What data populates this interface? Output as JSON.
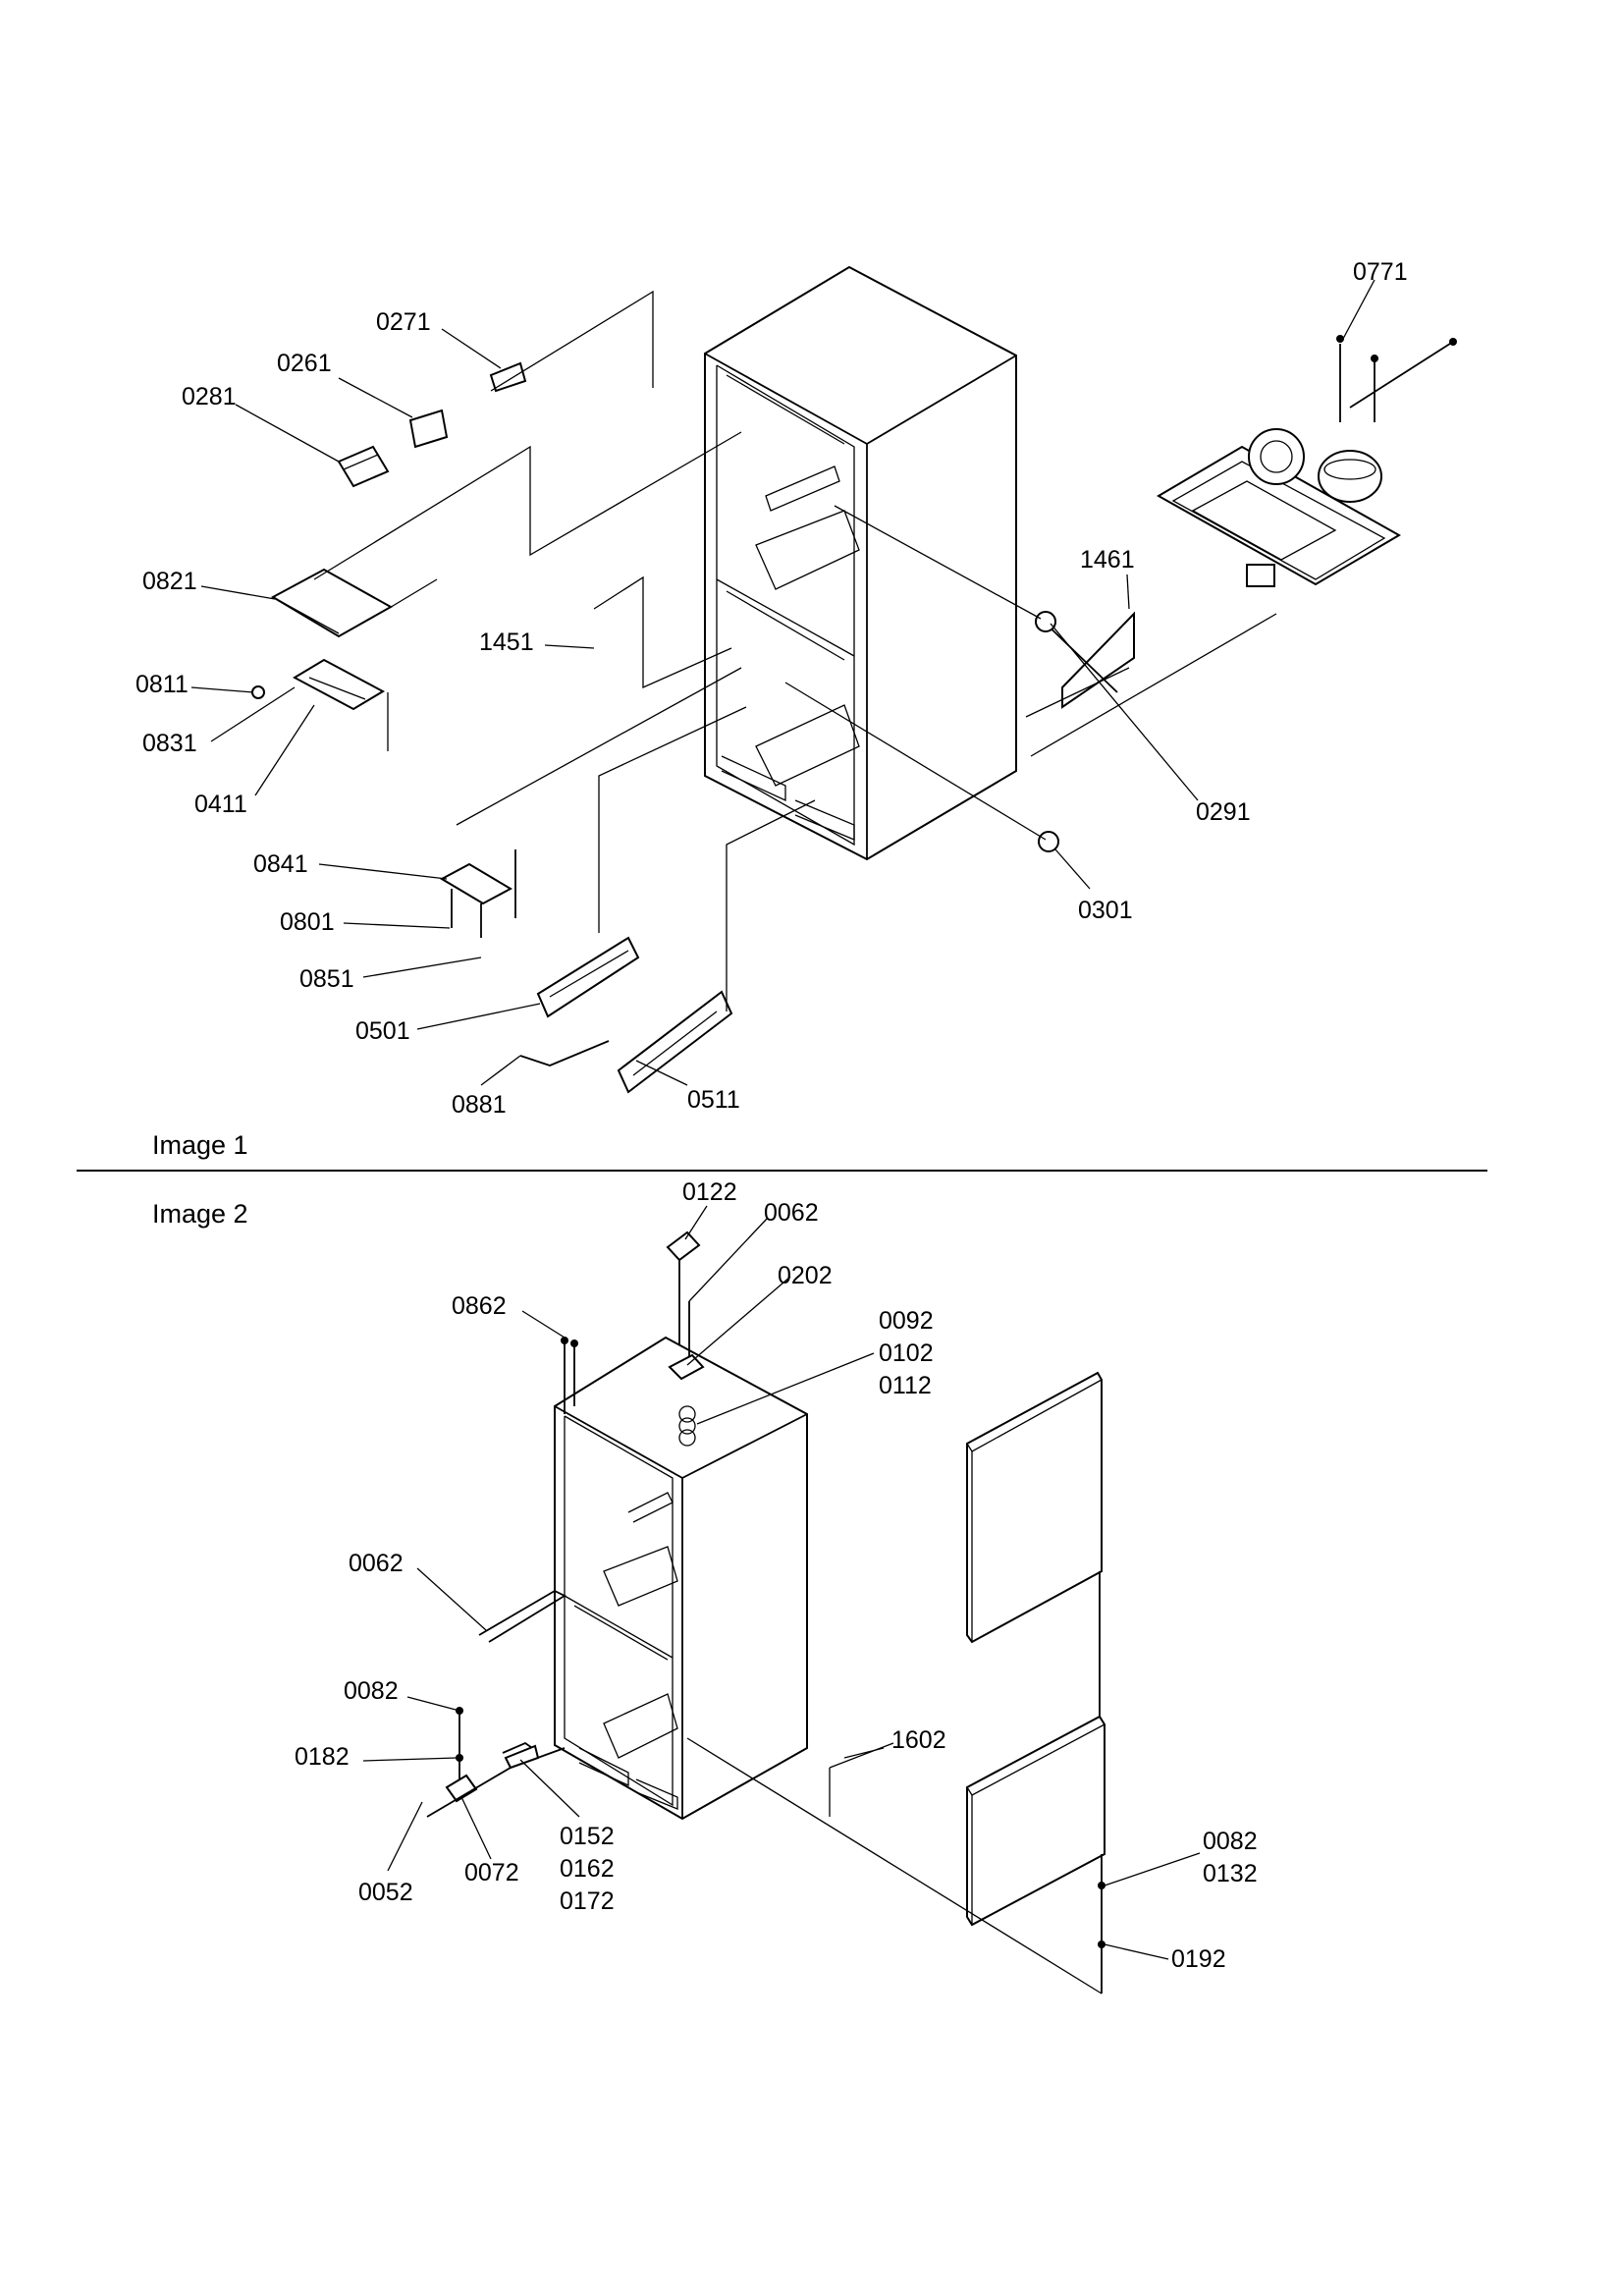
{
  "image1": {
    "title": "Image 1",
    "callouts": [
      "0771",
      "0271",
      "0261",
      "0281",
      "1461",
      "0821",
      "1451",
      "0811",
      "0831",
      "0291",
      "0411",
      "0841",
      "0301",
      "0801",
      "0851",
      "0501",
      "0881",
      "0511"
    ]
  },
  "image2": {
    "title": "Image 2",
    "callouts": [
      "0122",
      "0062",
      "0202",
      "0862",
      "0092",
      "0102",
      "0112",
      "0062",
      "0082",
      "0182",
      "1602",
      "0152",
      "0162",
      "0172",
      "0052",
      "0072",
      "0082",
      "0132",
      "0192"
    ]
  }
}
